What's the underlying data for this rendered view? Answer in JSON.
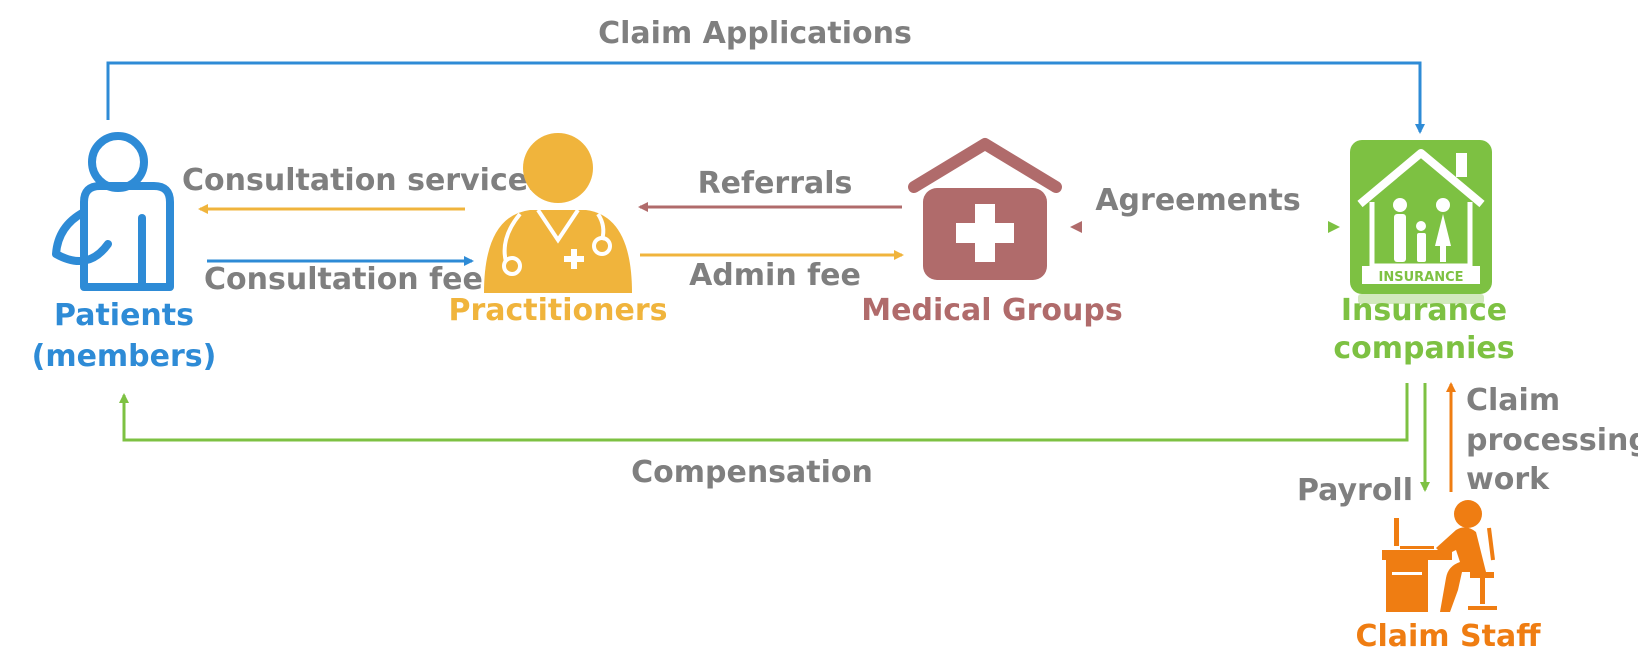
{
  "nodes": {
    "patients": {
      "line1": "Patients",
      "line2": "(members)"
    },
    "practitioners": {
      "label": "Practitioners"
    },
    "medical_groups": {
      "label": "Medical Groups"
    },
    "insurance": {
      "line1": "Insurance",
      "line2": "companies",
      "sign": "INSURANCE"
    },
    "claim_staff": {
      "label": "Claim Staff"
    }
  },
  "edges": {
    "claim_applications": "Claim Applications",
    "consultation_services": "Consultation services",
    "consultation_fee": "Consultation fee",
    "referrals": "Referrals",
    "admin_fee": "Admin fee",
    "agreements": "Agreements",
    "compensation": "Compensation",
    "payroll": "Payroll",
    "claim_processing_work": {
      "line1": "Claim",
      "line2": "processing",
      "line3": "work"
    }
  },
  "colors": {
    "blue": "#2e8bd6",
    "yellow": "#f0b43c",
    "brown": "#b06b6b",
    "green": "#7dc142",
    "orange": "#ef7d12",
    "gray": "#7f7f7f"
  },
  "icons": {
    "patients": "patient-person-icon",
    "practitioners": "doctor-icon",
    "medical_groups": "hospital-house-icon",
    "insurance": "insurance-family-house-icon",
    "claim_staff": "worker-at-desk-icon"
  }
}
